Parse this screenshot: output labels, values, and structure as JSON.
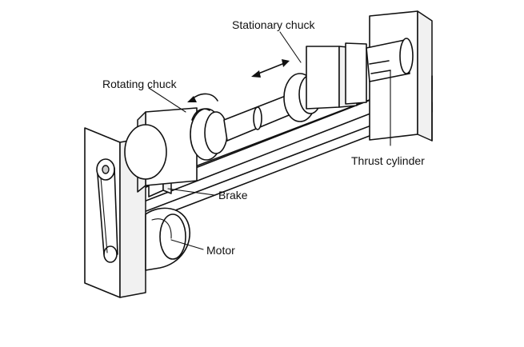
{
  "labels": {
    "stationary_chuck": "Stationary chuck",
    "rotating_chuck": "Rotating chuck",
    "thrust_cylinder": "Thrust cylinder",
    "brake": "Brake",
    "motor": "Motor"
  },
  "colors": {
    "line": "#111111",
    "background": "#ffffff"
  }
}
